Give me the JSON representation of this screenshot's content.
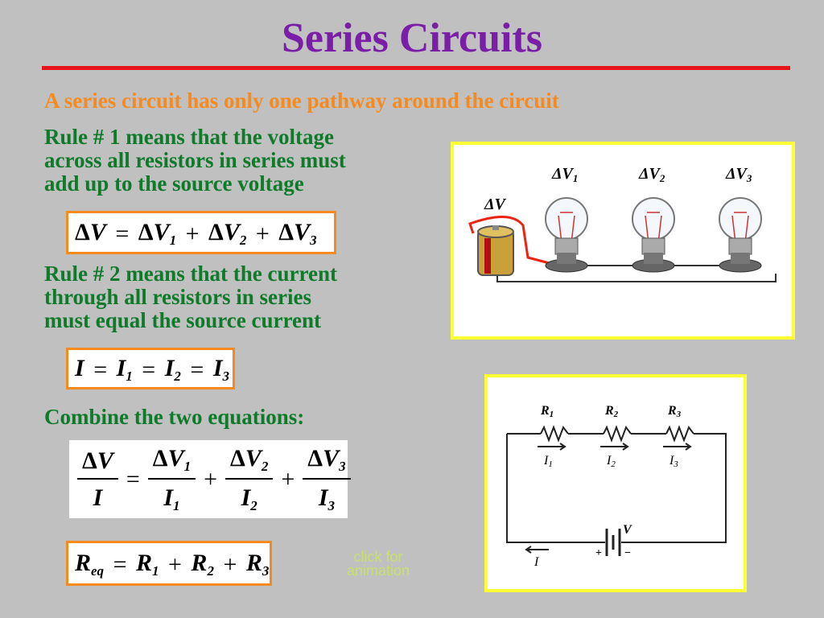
{
  "title": "Series Circuits",
  "subtitle": "A series circuit has only one pathway around the circuit",
  "rule1": {
    "line1": "Rule # 1 means that the voltage",
    "line2": "across all resistors in series must",
    "line3": "add up to the source voltage"
  },
  "eq_voltage": {
    "delta": "Δ",
    "V": "V",
    "equals": "=",
    "plus": "+",
    "sub1": "1",
    "sub2": "2",
    "sub3": "3"
  },
  "rule2": {
    "line1": "Rule # 2 means that the current",
    "line2": "through all resistors in series",
    "line3": "must equal the source current"
  },
  "eq_current": {
    "I": "I",
    "equals": "=",
    "sub1": "1",
    "sub2": "2",
    "sub3": "3"
  },
  "combine": "Combine the two equations:",
  "eq_resistance": {
    "R": "R",
    "sub_eq": "eq",
    "equals": "=",
    "plus": "+",
    "sub1": "1",
    "sub2": "2",
    "sub3": "3"
  },
  "bulbs_diagram": {
    "source_label": "ΔV",
    "label1": "ΔV",
    "label2": "ΔV",
    "label3": "ΔV",
    "sub1": "1",
    "sub2": "2",
    "sub3": "3"
  },
  "schematic": {
    "r1": "R",
    "r2": "R",
    "r3": "R",
    "i1": "I",
    "i2": "I",
    "i3": "I",
    "sub1": "1",
    "sub2": "2",
    "sub3": "3",
    "current": "I",
    "voltage": "V",
    "plus": "+",
    "minus": "−"
  },
  "click_link": {
    "line1": "click for",
    "line2": "animation"
  },
  "colors": {
    "background": "#c0c0c0",
    "title": "#7a1ea8",
    "subtitle": "#f58a1f",
    "rule_text": "#0e7a2a",
    "divider": "#e8141c",
    "frame": "#ffff33"
  }
}
